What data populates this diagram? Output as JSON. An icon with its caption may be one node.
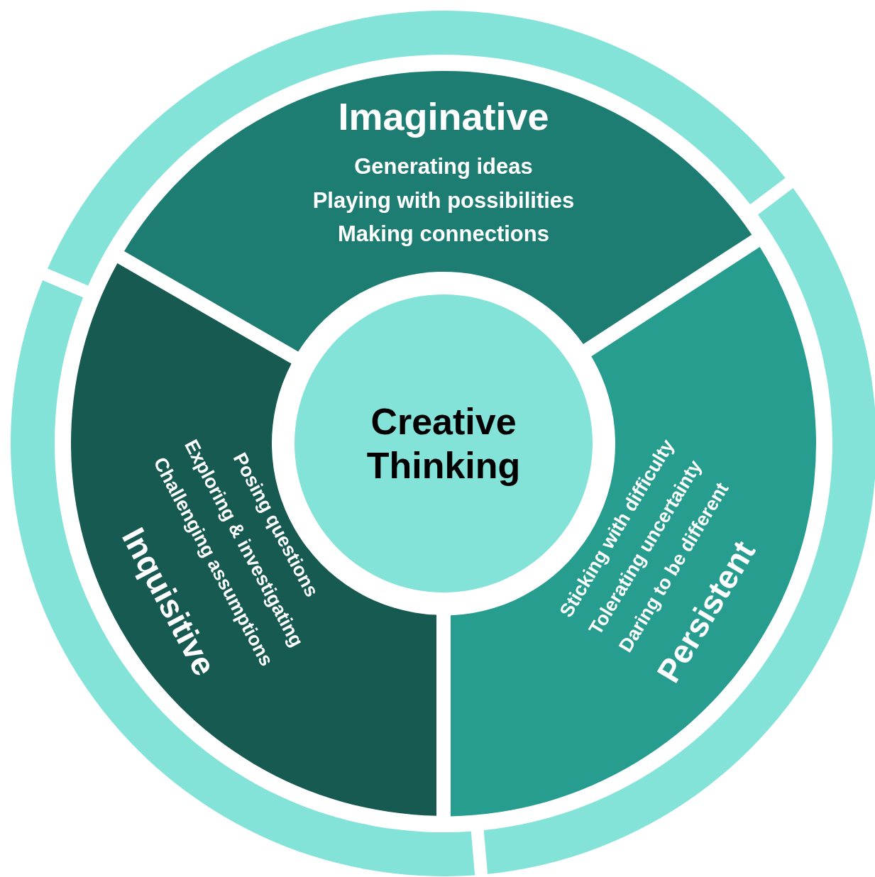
{
  "diagram": {
    "nodes": [
      {
        "text": [
          "Imaginative",
          "Generating ideas",
          "Playing with possibilities",
          "Making connections"
        ]
      },
      {
        "text": [
          "Inquisitive",
          "Posing questions",
          "Exploring & investigating",
          "Challenging assumptions"
        ]
      },
      {
        "text": [
          "Persistent",
          "Sticking with difficulty",
          "Tolerating uncertainty",
          "Daring to be different"
        ]
      },
      {
        "text": [
          "Creative Thinking"
        ]
      }
    ]
  }
}
